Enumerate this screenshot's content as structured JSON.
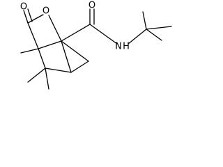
{
  "diagram": {
    "type": "skeletal-structure",
    "atoms": {
      "carbonyl_oxygen": "O",
      "ring_oxygen": "O",
      "amide_oxygen": "O",
      "amide_nitrogen": "N",
      "amide_hydrogen": "H"
    },
    "colors": {
      "ink": "#000000",
      "background": "#ffffff"
    }
  }
}
